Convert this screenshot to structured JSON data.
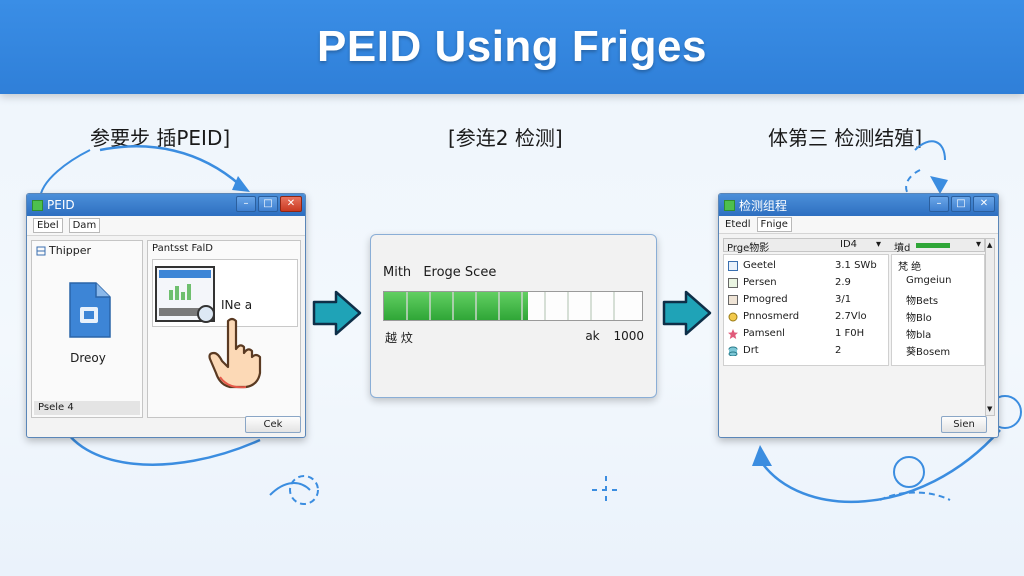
{
  "banner": {
    "title": "PEID Using Friges"
  },
  "steps": [
    {
      "title": "参要步 插PEID]"
    },
    {
      "title": "[参连2 检测]"
    },
    {
      "title": "体第三 检测结殖]"
    }
  ],
  "window1": {
    "title": "PEID",
    "tabs": [
      "Ebel",
      "Dam"
    ],
    "left_panel_header": "Thipper",
    "file_label": "Dreoy",
    "status": "Psele 4",
    "right_panel_header": "Pantsst FalD",
    "drop_label": "INe a",
    "ok_button": "Cek"
  },
  "window2": {
    "header": "Mith",
    "label": "Eroge Scee",
    "progress": 0.56,
    "footer_left": "越 炆",
    "footer_right_prefix": "ak",
    "footer_right_value": "1000"
  },
  "window3": {
    "title": "检测组程",
    "tabs": [
      "Etedl",
      "Fnige"
    ],
    "col1": "Prge物影",
    "col2": "ID4",
    "col3": "墳d",
    "rows": [
      {
        "name": "Geetel",
        "val": "3.1 SWb"
      },
      {
        "name": "Persen",
        "val": "2.9"
      },
      {
        "name": "Pmogred",
        "val": "3/1"
      },
      {
        "name": "Pnnosmerd",
        "val": "2.7Vlo"
      },
      {
        "name": "Pamsenl",
        "val": "1 F0H"
      },
      {
        "name": "Drt",
        "val": "2"
      }
    ],
    "tree": [
      "梵 绝",
      "Gmgeiun",
      "物Bets",
      "物Blo",
      "物bla",
      "葵Bosem"
    ],
    "ok_button": "Sien"
  },
  "colors": {
    "banner": "#3a8ee6",
    "progress": "#2fa637",
    "arrow_fill": "#1fa3b7",
    "accent_stroke": "#3b8de0"
  }
}
